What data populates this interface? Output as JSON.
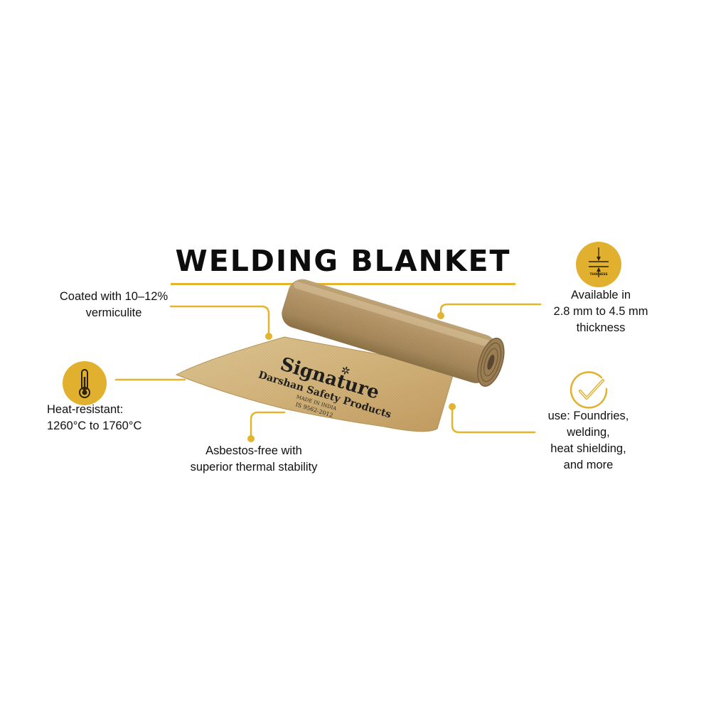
{
  "title": "WELDING BLANKET",
  "colors": {
    "accent": "#e2b42f",
    "fabric": "#c9a66b",
    "icon_fill": "#e0b02e"
  },
  "features": {
    "vermiculite": {
      "line1": "Coated with 10–12%",
      "line2": "vermiculite"
    },
    "heat": {
      "line1": "Heat-resistant:",
      "line2": "1260°C to 1760°C",
      "icon": "thermometer-icon"
    },
    "asbestos": {
      "line1": "Asbestos-free with",
      "line2": "superior thermal stability"
    },
    "thickness": {
      "line1": "Available in",
      "line2": "2.8 mm to 4.5 mm",
      "line3": "thickness",
      "icon": "thickness-icon",
      "icon_caption": "THIKNESS"
    },
    "uses": {
      "line1": "use: Foundries,",
      "line2": "welding,",
      "line3": "heat shielding,",
      "line4": "and more",
      "icon": "check-icon"
    }
  },
  "product": {
    "brand": "Signature",
    "subtitle": "Darshan Safety Products",
    "made_in": "MADE IN INDIA",
    "standard": "IS 9562-2012"
  }
}
